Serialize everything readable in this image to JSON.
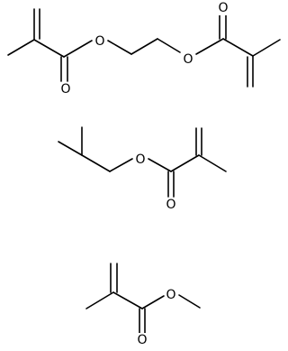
{
  "molecules": [
    {
      "id": "ethylene-glycol-dimethacrylate",
      "atoms": [
        {
          "symbol": "O"
        },
        {
          "symbol": "O"
        },
        {
          "symbol": "O"
        },
        {
          "symbol": "O"
        }
      ]
    },
    {
      "id": "isobutyl-methacrylate",
      "atoms": [
        {
          "symbol": "O"
        },
        {
          "symbol": "O"
        }
      ]
    },
    {
      "id": "methyl-methacrylate",
      "atoms": [
        {
          "symbol": "O"
        },
        {
          "symbol": "O"
        }
      ]
    }
  ]
}
